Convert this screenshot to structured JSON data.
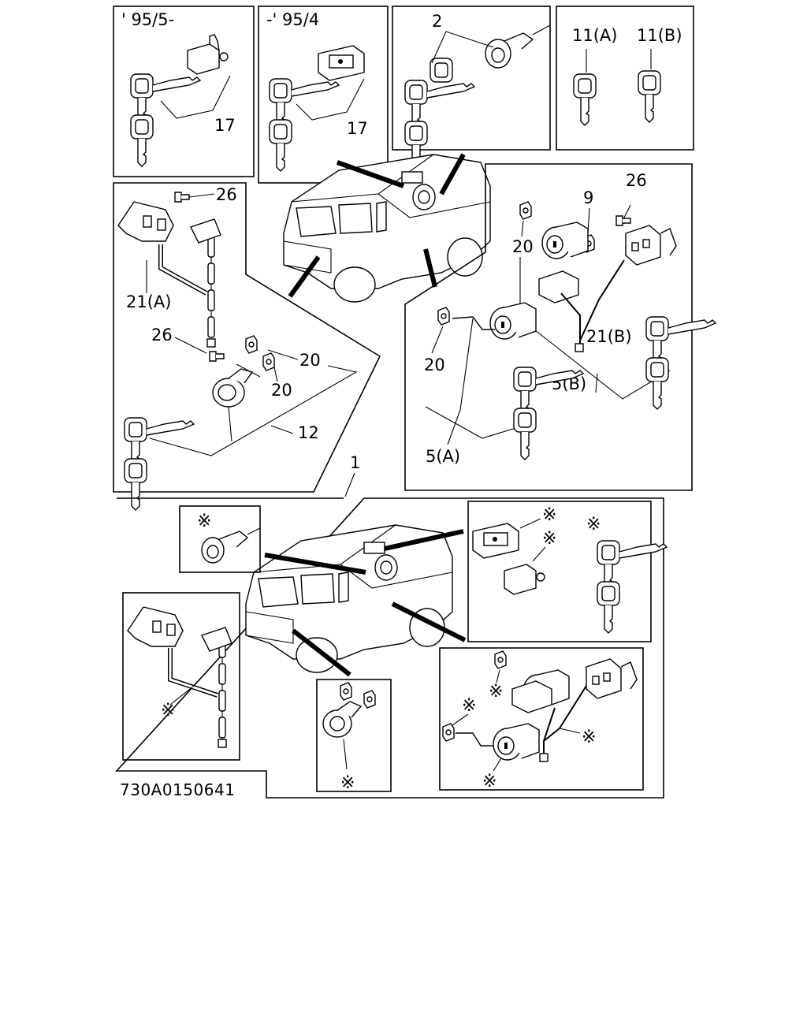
{
  "labels": {
    "date_from": "' 95/5-",
    "date_to": "-' 95/4",
    "p2": "2",
    "p11a": "11(A)",
    "p11b": "11(B)",
    "p17a": "17",
    "p17b": "17",
    "p26a": "26",
    "p26b": "26",
    "p26c": "26",
    "p9": "9",
    "p21a": "21(A)",
    "p21b": "21(B)",
    "p20a": "20",
    "p20b": "20",
    "p20c": "20",
    "p20d": "20",
    "p12": "12",
    "p5a": "5(A)",
    "p5b": "5(B)",
    "p1": "1"
  },
  "asterisk": "※",
  "drawing_code": "730A0150641"
}
